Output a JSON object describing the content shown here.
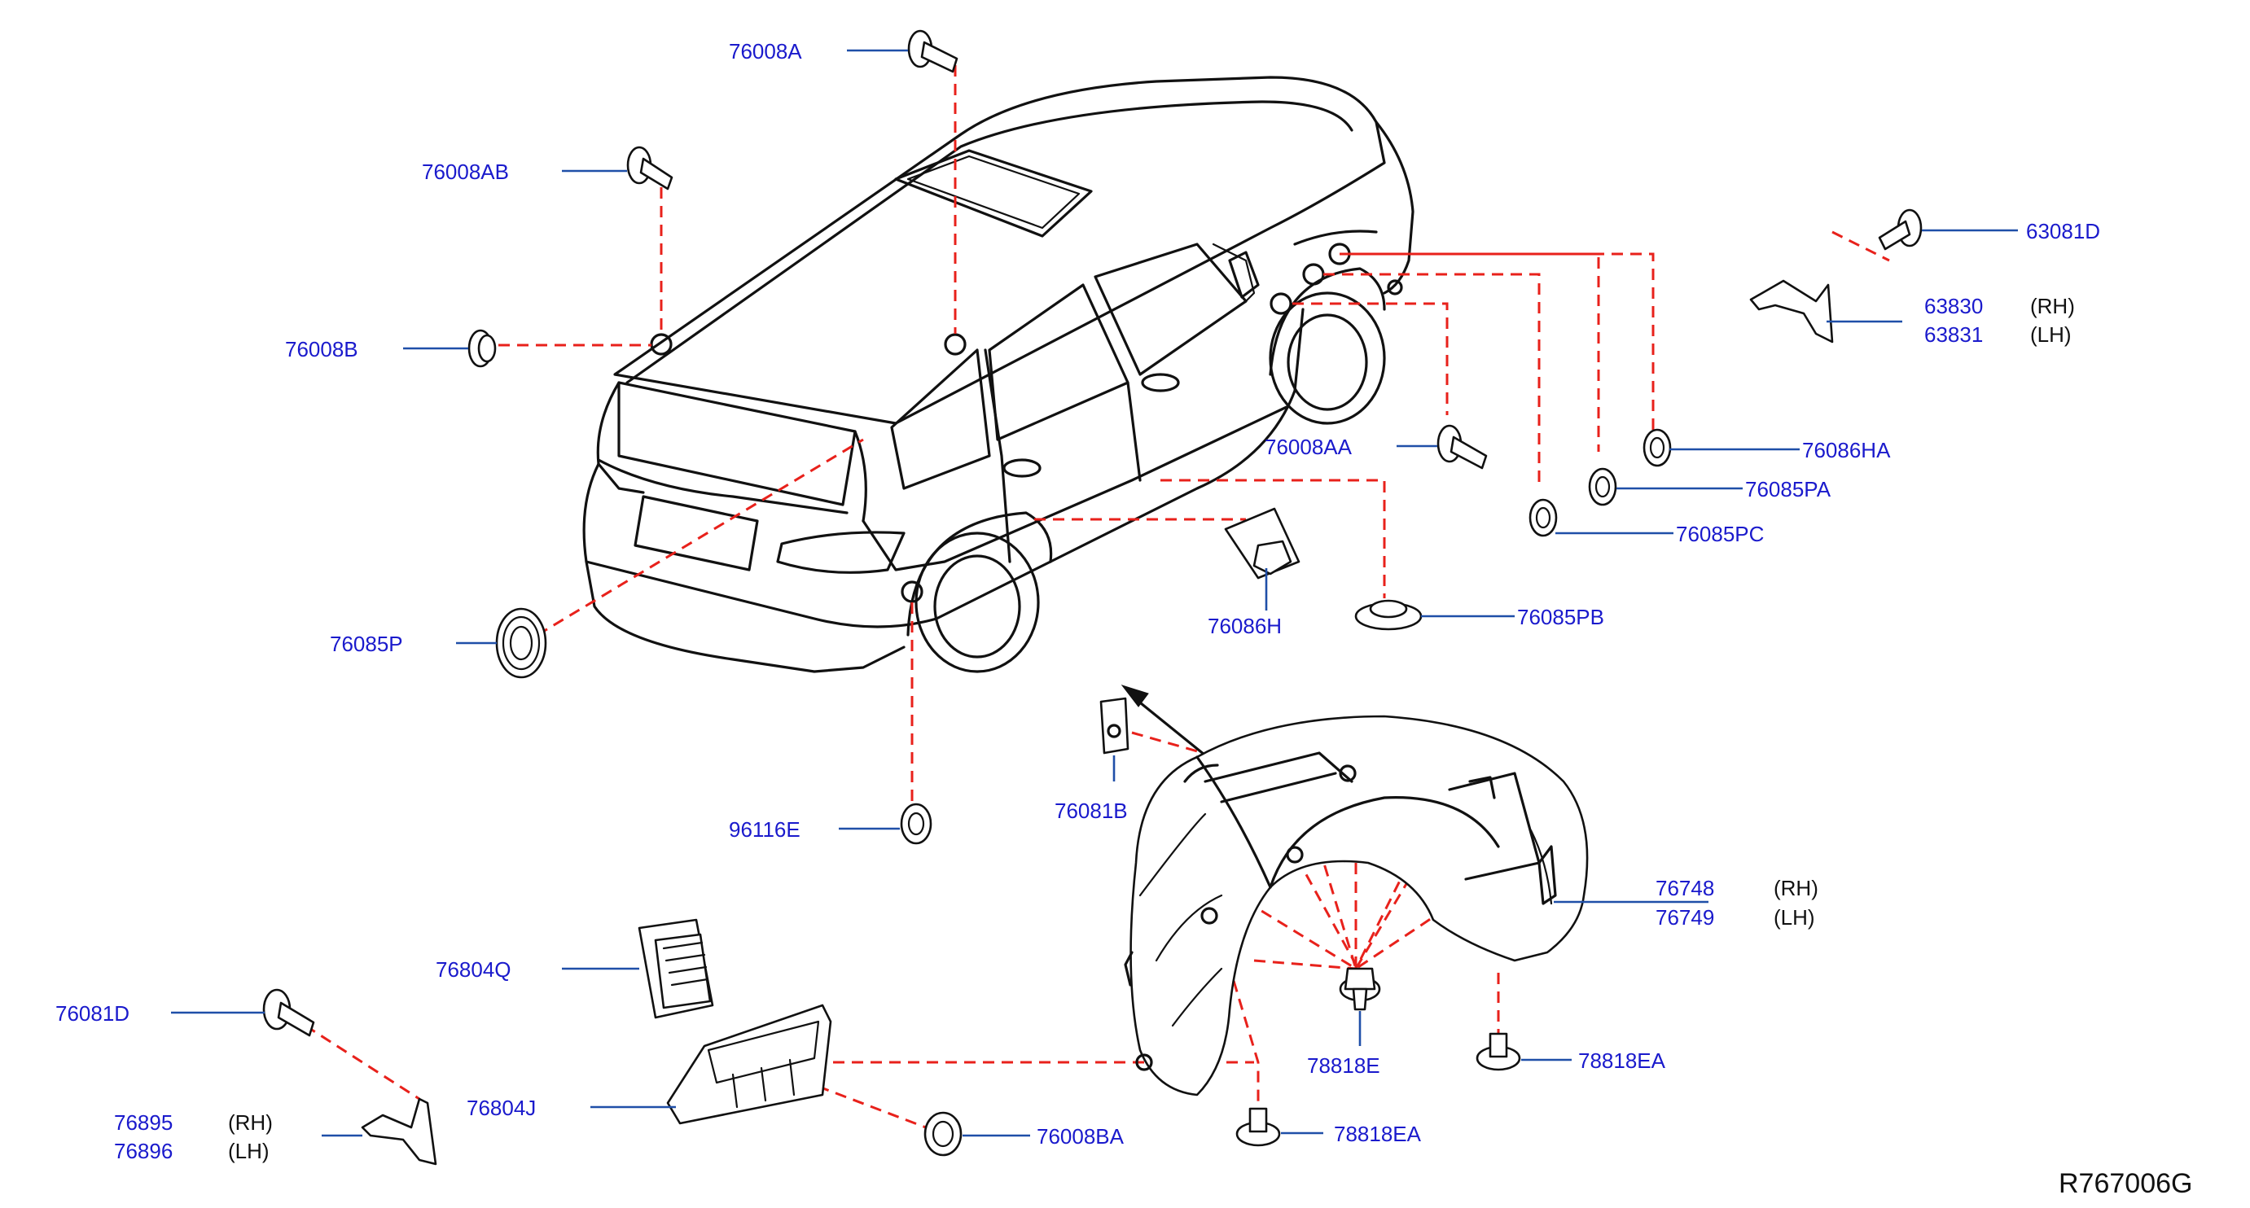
{
  "diagram_id": "R767006G",
  "colors": {
    "label": "#1a1acc",
    "leader": "#1f4fa8",
    "dashed_link": "#e8211b",
    "linework": "#111111"
  },
  "parts": {
    "p76008A": "76008A",
    "p76008AB": "76008AB",
    "p76008B": "76008B",
    "p76085P": "76085P",
    "p96116E": "96116E",
    "p76086H": "76086H",
    "p76008AA": "76008AA",
    "p76086HA": "76086HA",
    "p76085PA": "76085PA",
    "p76085PC": "76085PC",
    "p76085PB": "76085PB",
    "p63081D": "63081D",
    "p63830": "63830",
    "p63831": "63831",
    "p76081B": "76081B",
    "p76748": "76748",
    "p76749": "76749",
    "p78818E": "78818E",
    "p78818EA_1": "78818EA",
    "p78818EA_2": "78818EA",
    "p76804Q": "76804Q",
    "p76804J": "76804J",
    "p76081D": "76081D",
    "p76895": "76895",
    "p76896": "76896",
    "p76008BA": "76008BA"
  },
  "sides": {
    "rh": "(RH)",
    "lh": "(LH)"
  }
}
